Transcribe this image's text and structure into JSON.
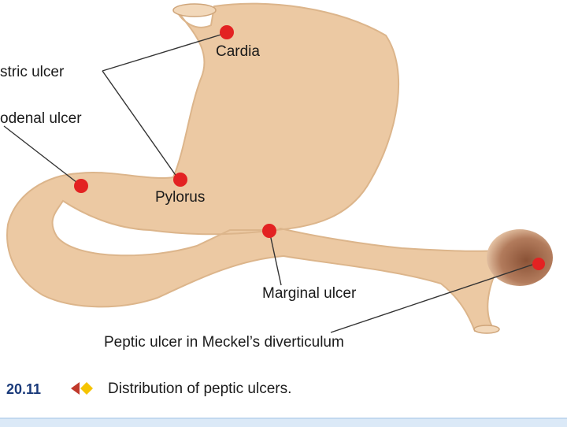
{
  "labels": {
    "cardia": "Cardia",
    "gastric_ulcer": "stric ulcer",
    "duodenal_ulcer": "odenal ulcer",
    "pylorus": "Pylorus",
    "marginal_ulcer": "Marginal ulcer",
    "meckel": "Peptic ulcer in Meckel’s diverticulum"
  },
  "caption": {
    "figure_number": "20.11",
    "text": "Distribution of peptic ulcers."
  },
  "colors": {
    "organ_fill": "#ecc9a3",
    "organ_edge": "#dcb58b",
    "ulcer_dot": "#e32222",
    "diverticulum": "#9b6446",
    "caption_marker_left": "#c0392b",
    "caption_marker_right": "#f5c400",
    "figure_number": "#1a3a7a"
  }
}
